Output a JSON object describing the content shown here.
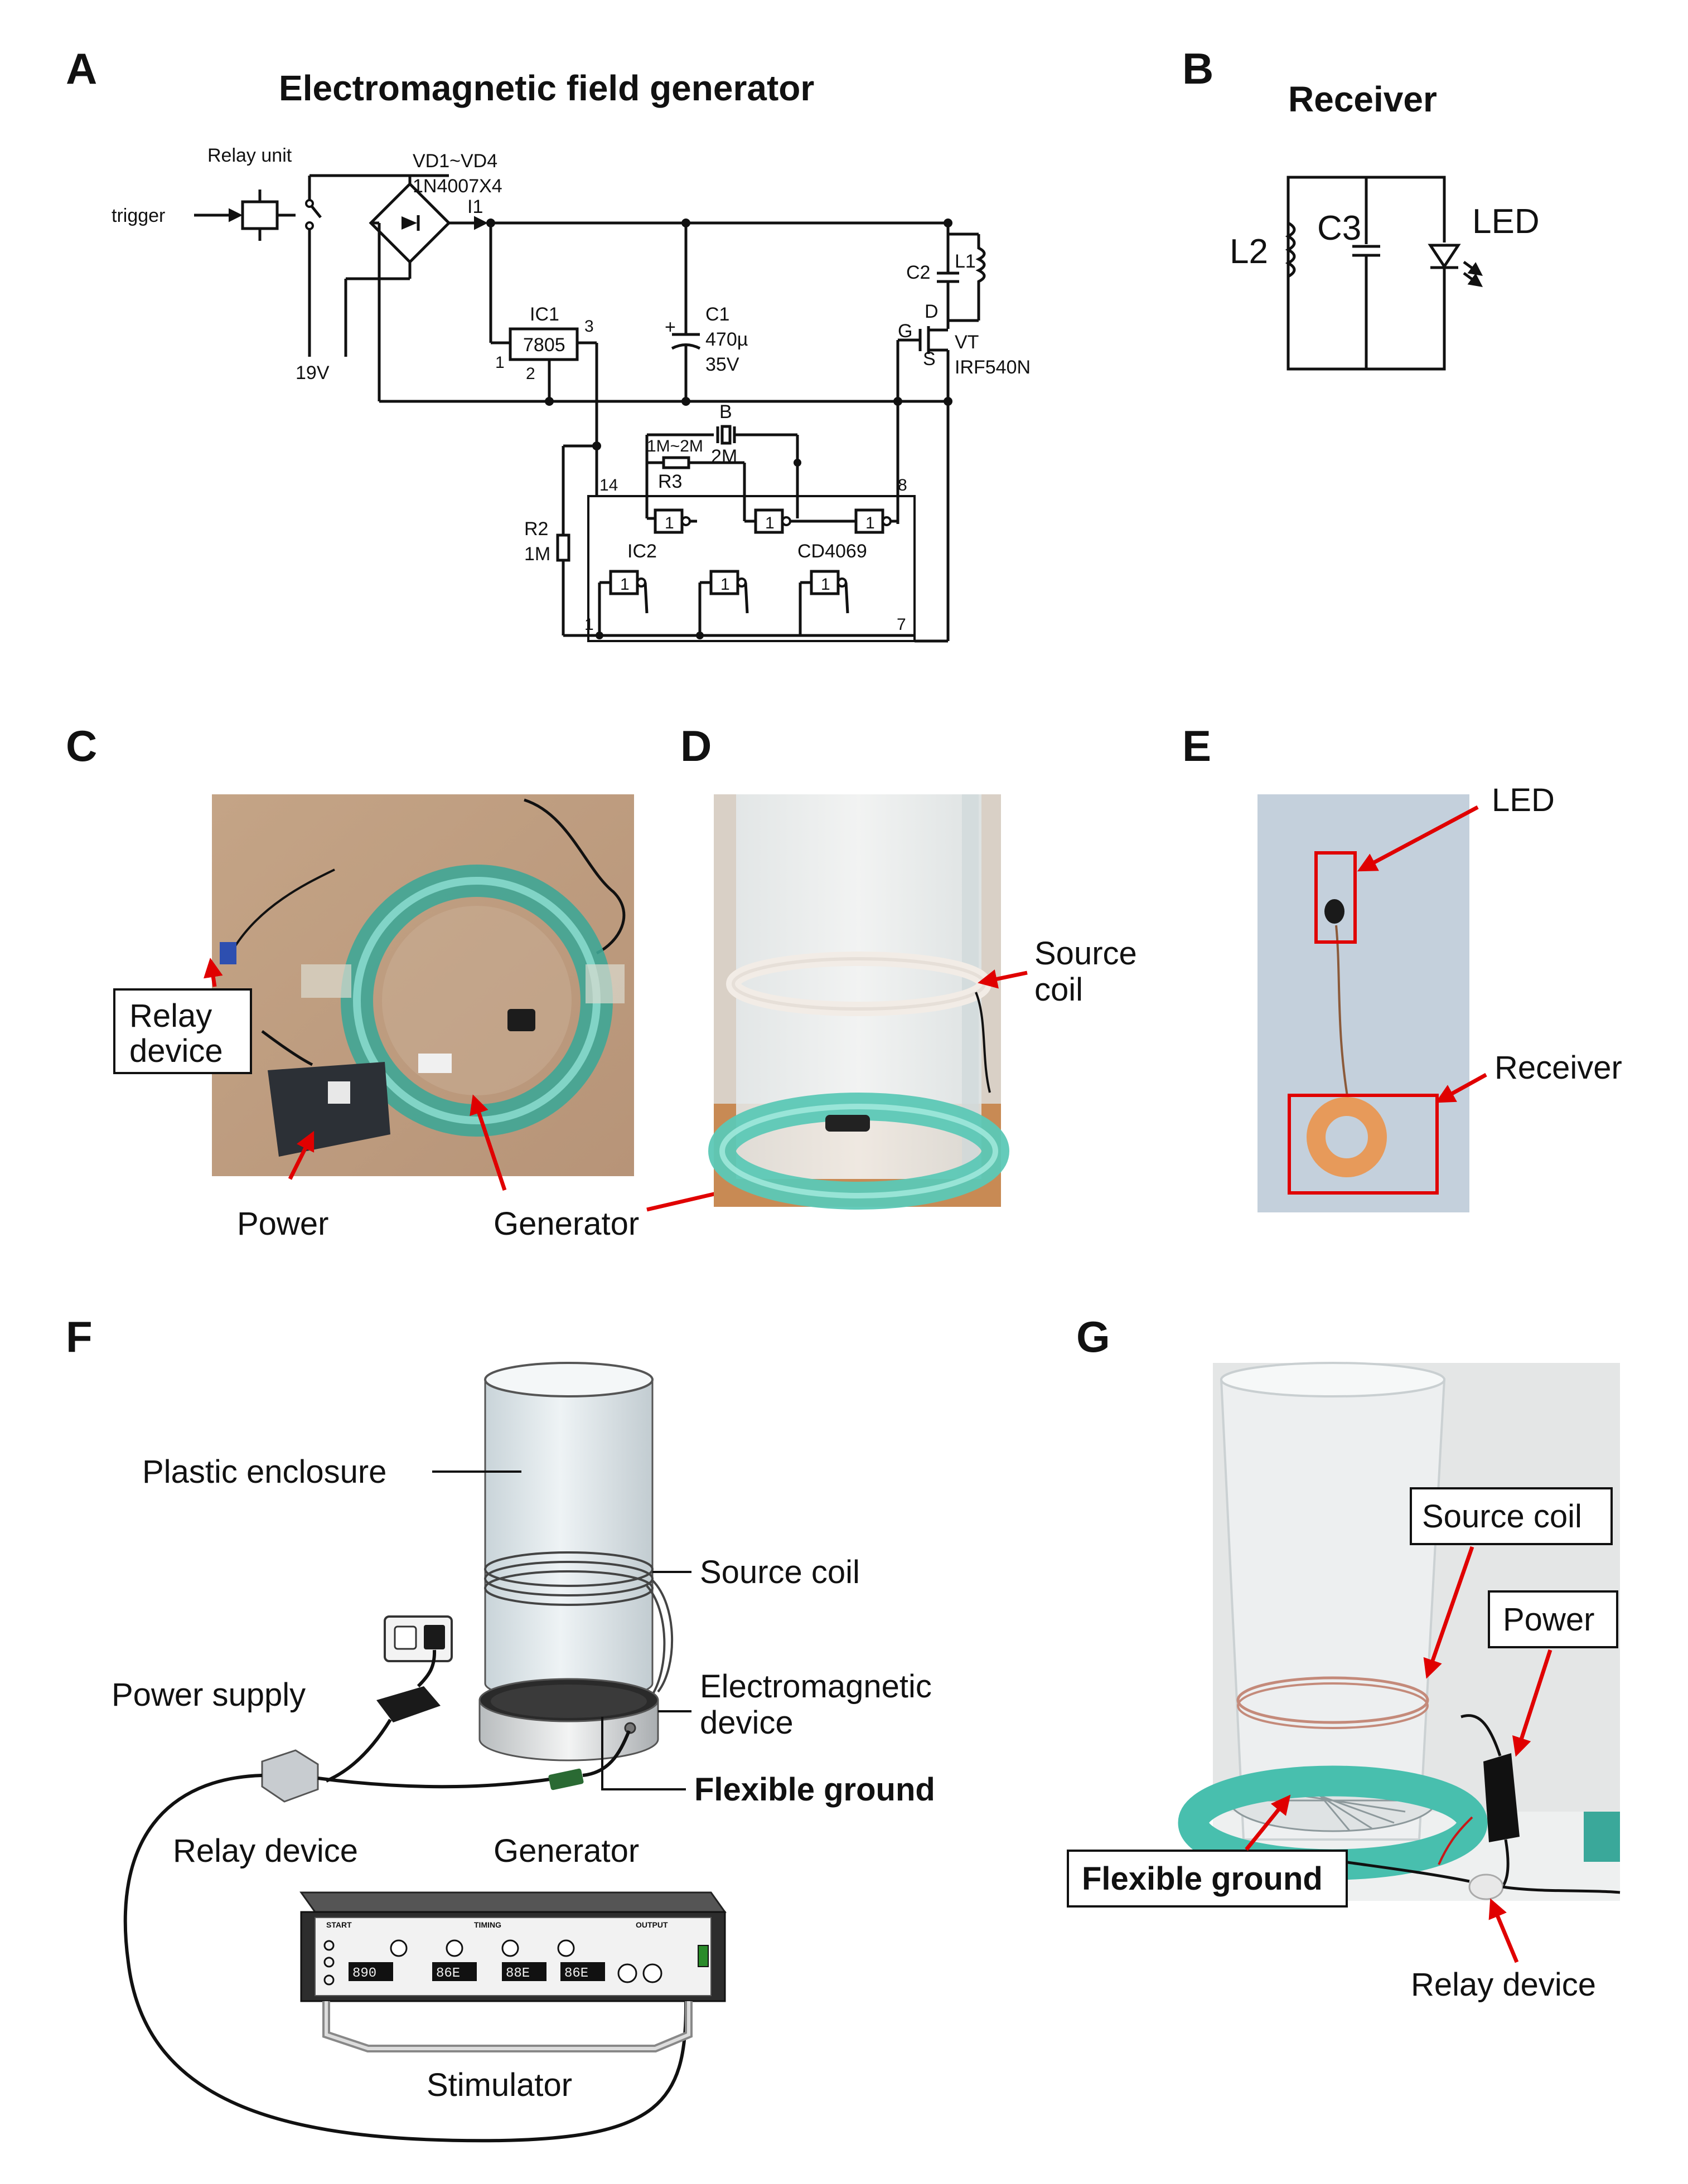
{
  "panels": {
    "a": {
      "label": "A",
      "title": "Electromagnetic field generator",
      "components": {
        "trigger": "trigger",
        "relay_unit": "Relay unit",
        "diodes": "VD1~VD4",
        "diode_part": "1N4007X4",
        "i1": "I1",
        "supply": "19V",
        "ic1": "IC1",
        "regulator": "7805",
        "pin1": "1",
        "pin2": "2",
        "pin3": "3",
        "c1": "C1",
        "c1_value": "470µ",
        "c1_voltage": "35V",
        "c2": "C2",
        "l1": "L1",
        "d": "D",
        "g": "G",
        "s": "S",
        "vt": "VT",
        "mosfet": "IRF540N",
        "b": "B",
        "b_value": "2M",
        "r_range": "1M~2M",
        "r3": "R3",
        "r2": "R2",
        "r2_value": "1M",
        "ic2": "IC2",
        "cd4069": "CD4069",
        "pin14": "14",
        "pin8": "8",
        "pin7": "7",
        "pin1b": "1",
        "gate": "1"
      }
    },
    "b": {
      "label": "B",
      "title": "Receiver",
      "l2": "L2",
      "c3": "C3",
      "led": "LED"
    },
    "c": {
      "label": "C",
      "relay_device": [
        "Relay",
        "device"
      ],
      "power": "Power",
      "generator": "Generator"
    },
    "d": {
      "label": "D",
      "source_coil": [
        "Source",
        "coil"
      ]
    },
    "e": {
      "label": "E",
      "led": "LED",
      "receiver": "Receiver"
    },
    "f": {
      "label": "F",
      "plastic_enclosure": "Plastic enclosure",
      "source_coil": "Source coil",
      "power_supply": "Power supply",
      "electromagnetic_device": [
        "Electromagnetic",
        "device"
      ],
      "flexible_ground": "Flexible ground",
      "relay_device": "Relay device",
      "generator": "Generator",
      "stimulator": "Stimulator",
      "stim_sections": [
        "START",
        "TIMING",
        "OUTPUT"
      ],
      "displays": [
        "890",
        "86E",
        "88E",
        "86E"
      ]
    },
    "g": {
      "label": "G",
      "source_coil": "Source coil",
      "power": "Power",
      "flexible_ground": "Flexible ground",
      "relay_device": "Relay device"
    }
  }
}
